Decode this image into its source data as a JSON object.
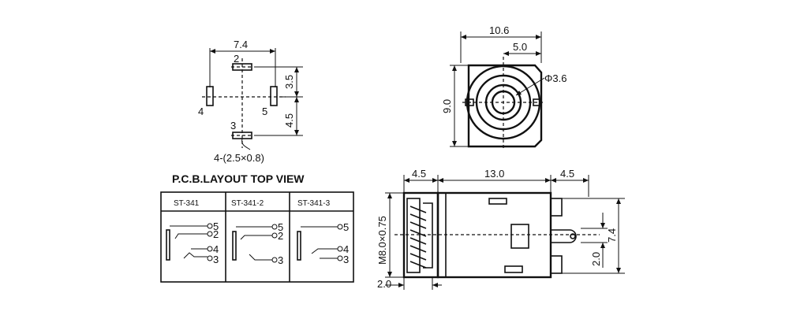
{
  "pcb": {
    "dim_width": "7.4",
    "dim_upper": "3.5",
    "dim_lower": "4.5",
    "pad_top_num": "2",
    "pad_left_num": "4",
    "pad_right_num": "5",
    "pad_bottom_num": "3",
    "pad_spec": "4-(2.5×0.8)",
    "caption": "P.C.B.LAYOUT TOP VIEW"
  },
  "front_view": {
    "dim_width": "10.6",
    "dim_half": "5.0",
    "dim_hole": "Φ3.6",
    "dim_height": "9.0"
  },
  "side_view": {
    "dim_left": "4.5",
    "dim_body": "13.0",
    "dim_right": "4.5",
    "dim_thread": "M8.0×0.75",
    "dim_flange": "2.0",
    "dim_total_height": "7.4",
    "dim_pin_height": "2.0"
  },
  "schematics": {
    "models": [
      "ST-341",
      "ST-341-2",
      "ST-341-3"
    ],
    "pins": [
      "5",
      "2",
      "4",
      "3"
    ]
  }
}
